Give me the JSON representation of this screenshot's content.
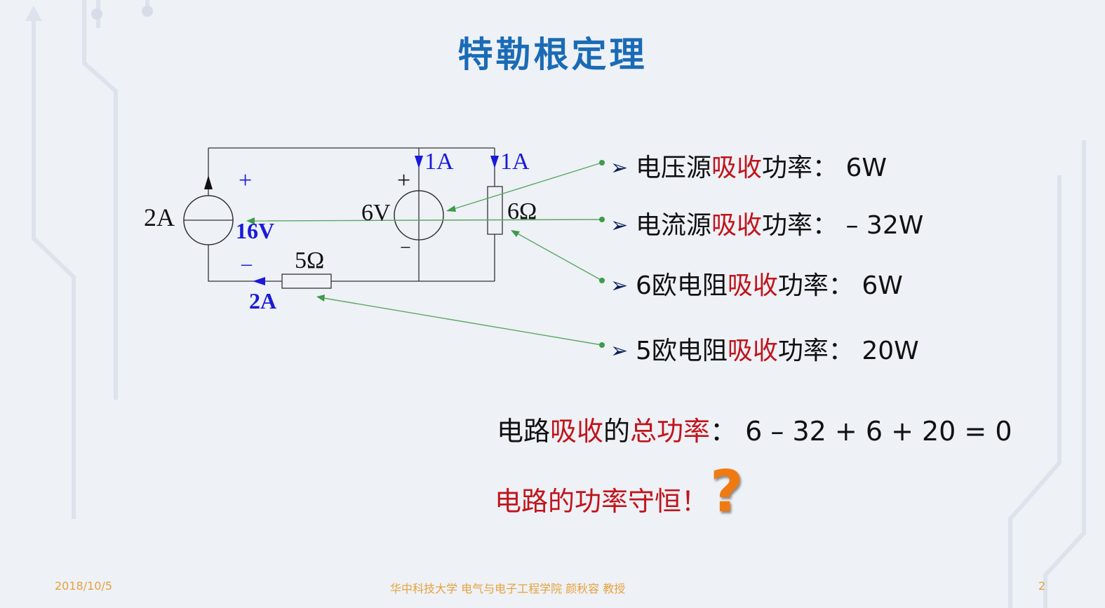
{
  "title": "特勒根定理",
  "circuit": {
    "current_source_label": "2A",
    "current_source_voltage": "16V",
    "plus_sign": "+",
    "minus_sign": "–",
    "resistor5_label": "5Ω",
    "loop_current": "2A",
    "voltage_source_label": "6V",
    "vs_plus": "+",
    "vs_minus": "−",
    "vs_current": "1A",
    "resistor6_label": "6Ω",
    "r6_current": "1A"
  },
  "bullets": [
    {
      "pre": "电压源",
      "red": "吸收",
      "post": "功率：  6W"
    },
    {
      "pre": "电流源",
      "red": "吸收",
      "post": "功率：  – 32W"
    },
    {
      "pre": "6欧电阻",
      "red": "吸收",
      "post": "功率：  6W"
    },
    {
      "pre": "5欧电阻",
      "red": "吸收",
      "post": "功率：  20W"
    }
  ],
  "total": {
    "pre": "电路",
    "red1": "吸收",
    "mid": "的",
    "red2": "总功率",
    "post": "：  6 – 32 + 6 + 20 = 0"
  },
  "conservation": "电路的功率守恒！",
  "question_mark": "?",
  "footer": {
    "date": "2018/10/5",
    "center": "华中科技大学     电气与电子工程学院     颜秋容 教授",
    "page": "2"
  },
  "colors": {
    "title": "#1a6bb5",
    "highlight": "#c0141b",
    "annotation": "#1a1ad8",
    "footer": "#e6a23c",
    "question": "#f07a12"
  }
}
